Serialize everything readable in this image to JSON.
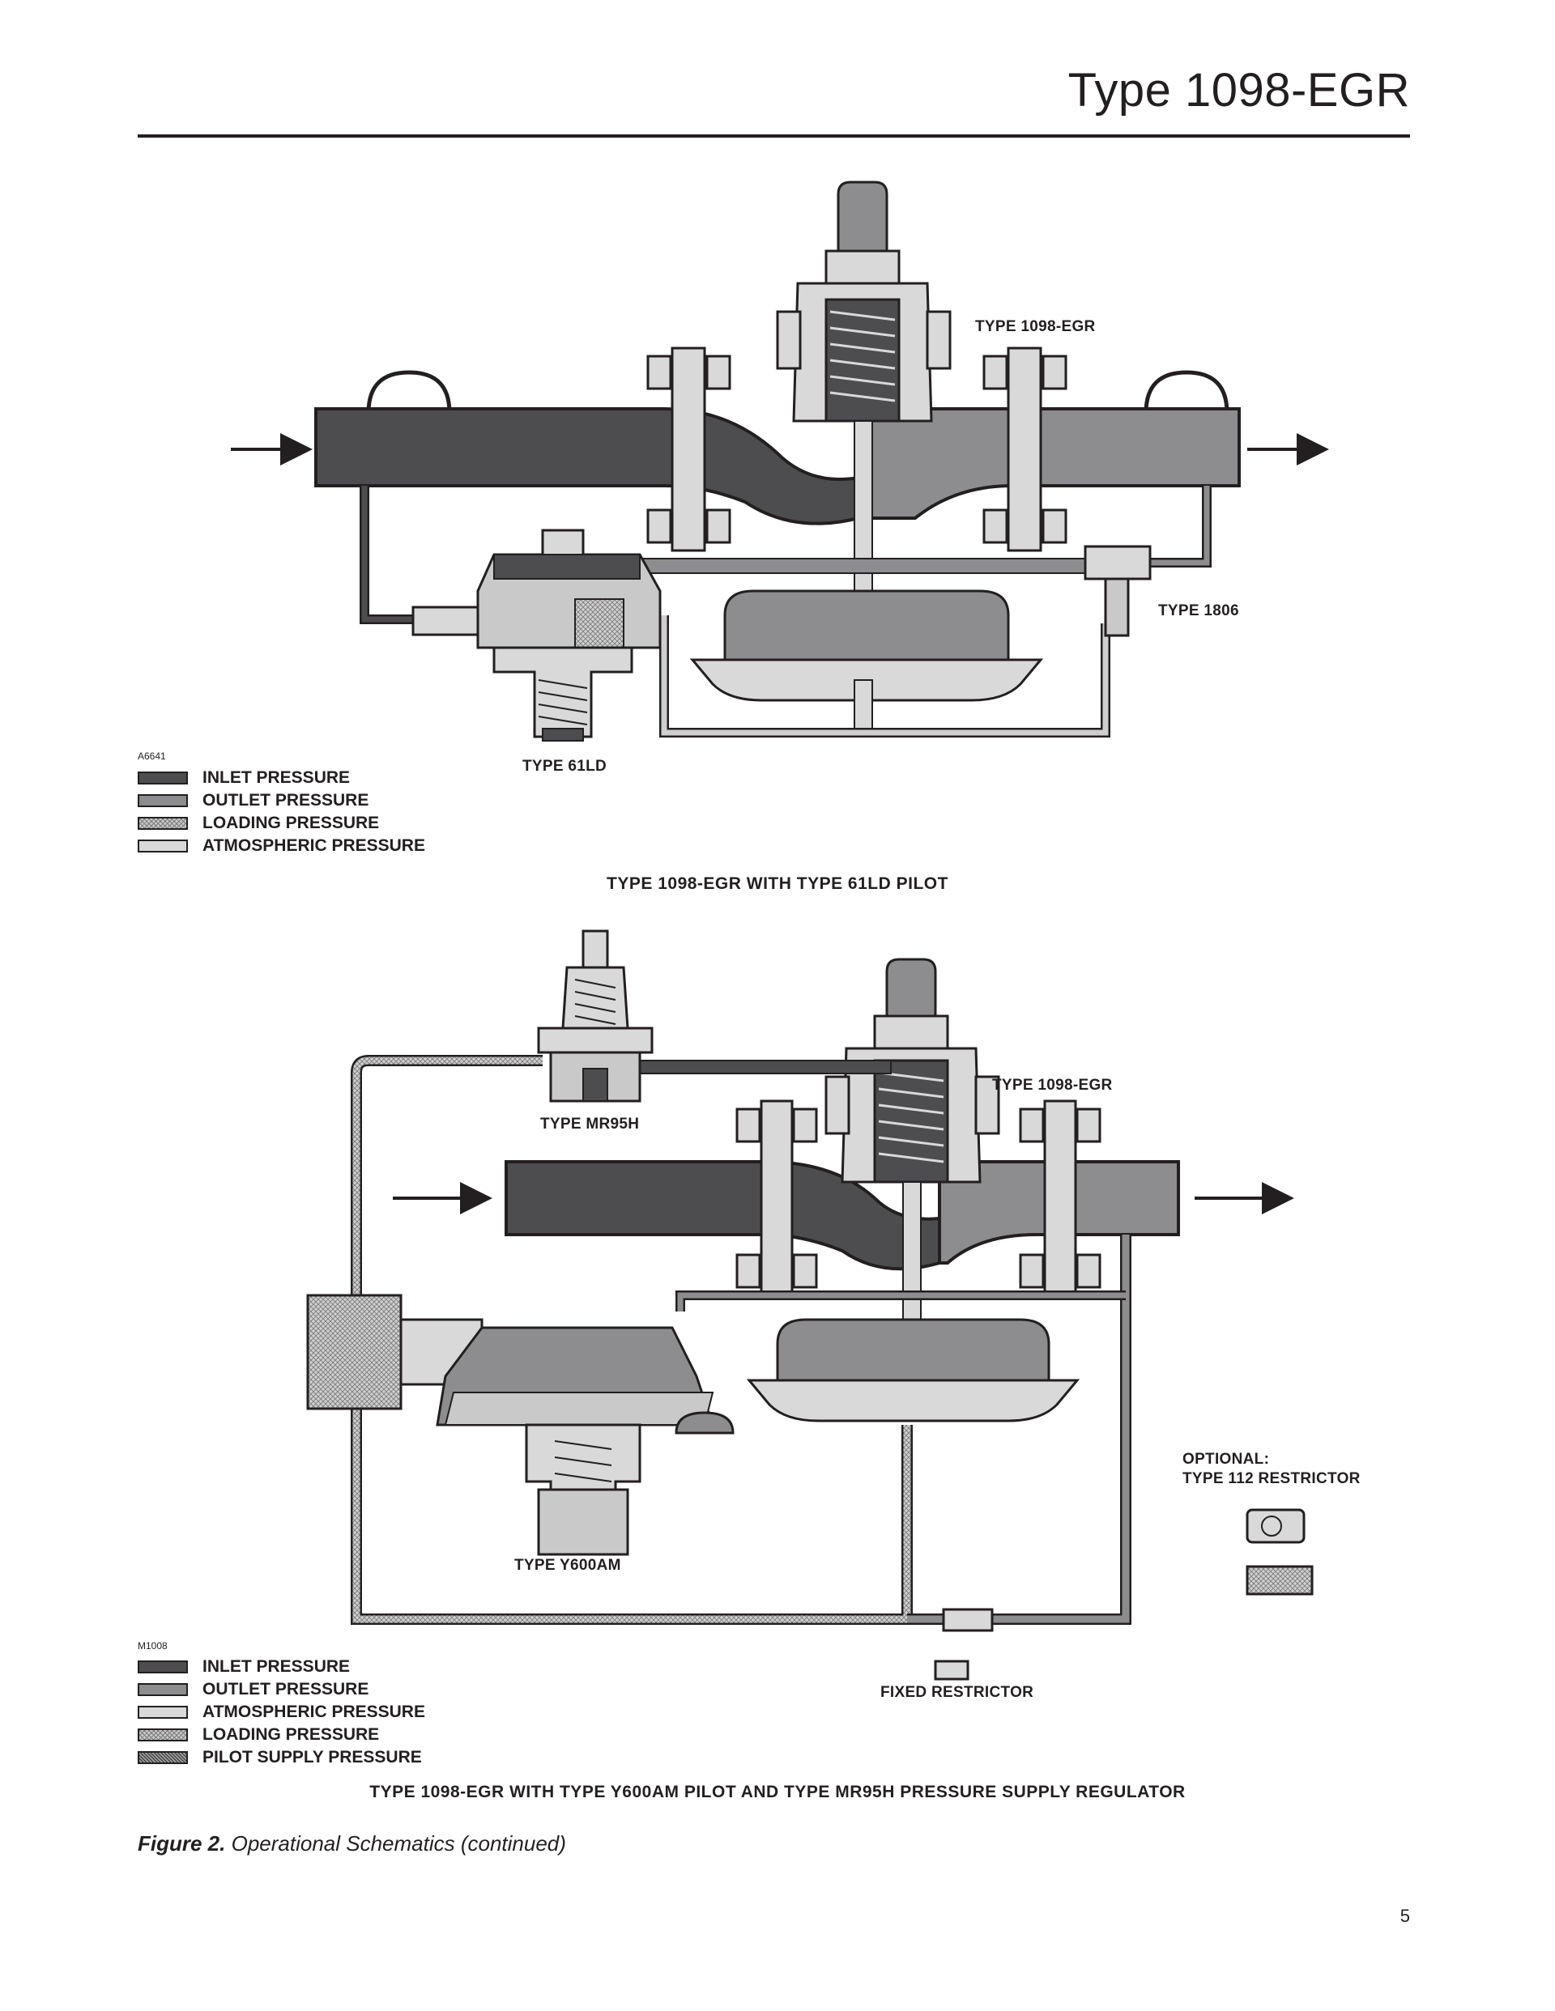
{
  "header": {
    "title": "Type 1098-EGR"
  },
  "diagram1": {
    "code": "A6641",
    "labels": {
      "main_regulator": "TYPE 1098-EGR",
      "restrictor": "TYPE 1806",
      "pilot": "TYPE 61LD"
    },
    "legend": [
      {
        "swatch": "inlet",
        "label": "INLET PRESSURE"
      },
      {
        "swatch": "outlet",
        "label": "OUTLET PRESSURE"
      },
      {
        "swatch": "loading",
        "label": "LOADING PRESSURE"
      },
      {
        "swatch": "atmos",
        "label": "ATMOSPHERIC PRESSURE"
      }
    ],
    "caption": "TYPE 1098-EGR WITH TYPE 61LD PILOT"
  },
  "diagram2": {
    "code": "M1008",
    "labels": {
      "supply_regulator": "TYPE MR95H",
      "main_regulator": "TYPE 1098-EGR",
      "pilot": "TYPE Y600AM",
      "optional_line1": "OPTIONAL:",
      "optional_line2": "TYPE 112 RESTRICTOR",
      "fixed_restrictor": "FIXED RESTRICTOR"
    },
    "legend": [
      {
        "swatch": "inlet",
        "label": "INLET PRESSURE"
      },
      {
        "swatch": "outlet",
        "label": "OUTLET PRESSURE"
      },
      {
        "swatch": "atmos",
        "label": "ATMOSPHERIC PRESSURE"
      },
      {
        "swatch": "loading",
        "label": "LOADING PRESSURE"
      },
      {
        "swatch": "pilot",
        "label": "PILOT SUPPLY PRESSURE"
      }
    ],
    "caption": "TYPE 1098-EGR WITH TYPE Y600AM PILOT AND TYPE MR95H PRESSURE SUPPLY REGULATOR"
  },
  "figure": {
    "label": "Figure 2.",
    "text": "Operational Schematics (continued)"
  },
  "page_number": "5",
  "colors": {
    "inlet": "#4d4d4f",
    "outlet": "#8d8d8f",
    "loading": "#c9c9c9",
    "atmospheric": "#d9d9d9",
    "pilot_supply": "#9a9a9a",
    "ink": "#231f20"
  }
}
